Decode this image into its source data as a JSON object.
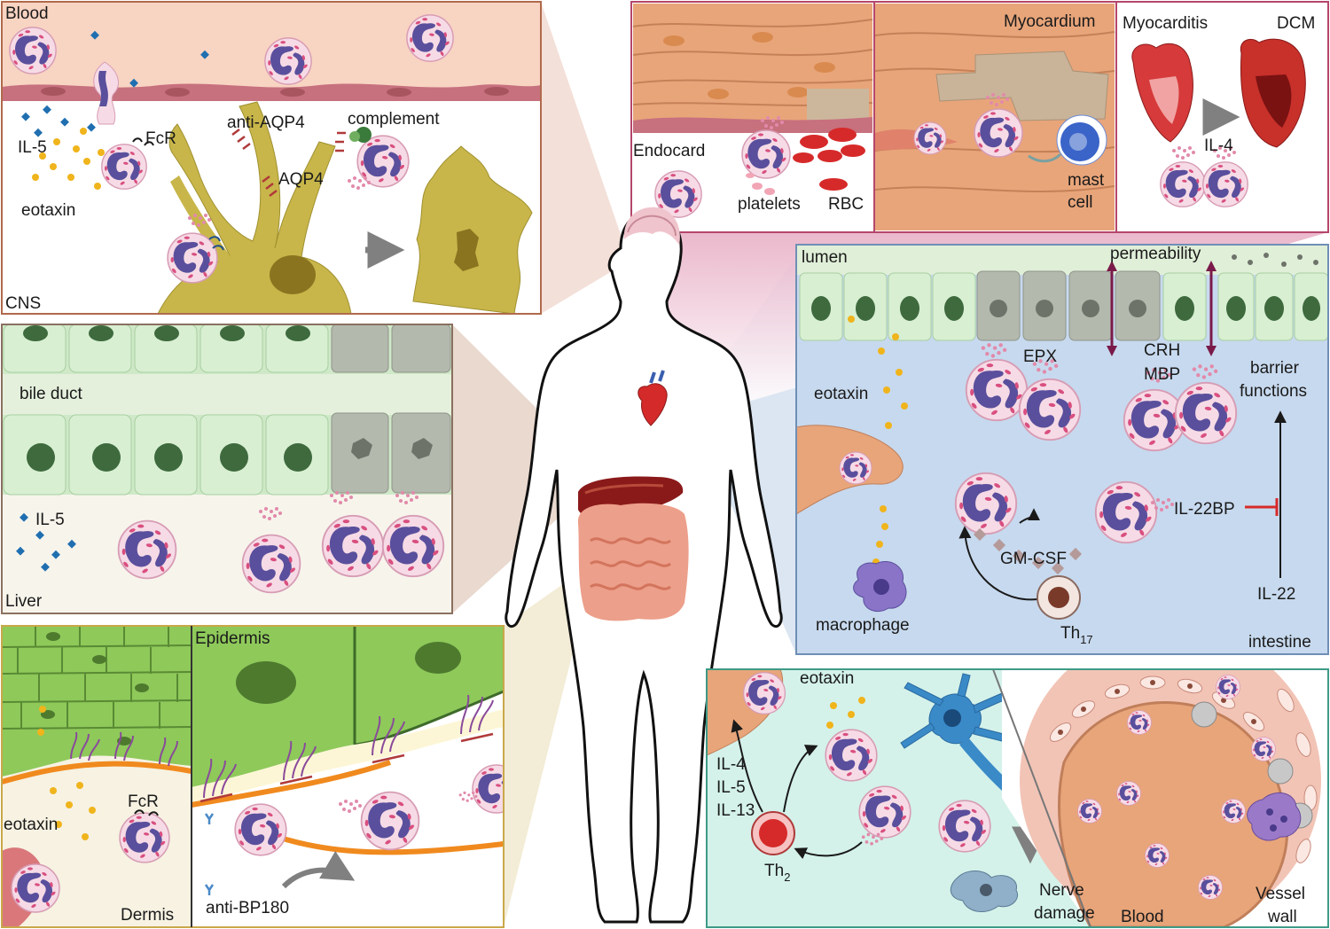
{
  "colors": {
    "cns_border": "#b06a4c",
    "heart_border": "#b5466b",
    "liver_border": "#8a7060",
    "intestine_border": "#6f8fb5",
    "skin_border": "#c9a84a",
    "vessel_border": "#3e9a86",
    "eosinophil_fill": "#f6dbe6",
    "eosinophil_nucleus": "#5a4f9c",
    "eotaxin": "#f0b41c",
    "il5": "#1f6fb0"
  },
  "cns": {
    "blood": "Blood",
    "il5": "IL-5",
    "fcr": "FcR",
    "anti_aqp4": "anti-AQP4",
    "complement": "complement",
    "aqp4": "AQP4",
    "eotaxin": "eotaxin",
    "cns": "CNS"
  },
  "heart": {
    "endocard": "Endocard",
    "platelets": "platelets",
    "rbc": "RBC",
    "myocardium": "Myocardium",
    "mast": "mast",
    "cell": "cell",
    "myocarditis": "Myocarditis",
    "dcm": "DCM",
    "il4": "IL-4"
  },
  "liver": {
    "bile_duct": "bile duct",
    "il5": "IL-5",
    "liver": "Liver"
  },
  "intestine": {
    "lumen": "lumen",
    "permeability": "permeability",
    "epx": "EPX",
    "crh": "CRH",
    "mbp": "MBP",
    "barrier1": "barrier",
    "barrier2": "functions",
    "eotaxin": "eotaxin",
    "il22bp": "IL-22BP",
    "gmcsf": "GM-CSF",
    "il22": "IL-22",
    "macrophage": "macrophage",
    "th17_base": "Th",
    "th17_sub": "17",
    "intestine": "intestine"
  },
  "skin": {
    "epidermis": "Epidermis",
    "eotaxin": "eotaxin",
    "fcr": "FcR",
    "dermis": "Dermis",
    "anti_bp180": "anti-BP180"
  },
  "vessel": {
    "eotaxin": "eotaxin",
    "il4": "IL-4",
    "il5": "IL-5",
    "il13": "IL-13",
    "th2_base": "Th",
    "th2_sub": "2",
    "nerve": "Nerve",
    "damage": "damage",
    "blood": "Blood",
    "vessel": "Vessel",
    "wall": "wall"
  }
}
